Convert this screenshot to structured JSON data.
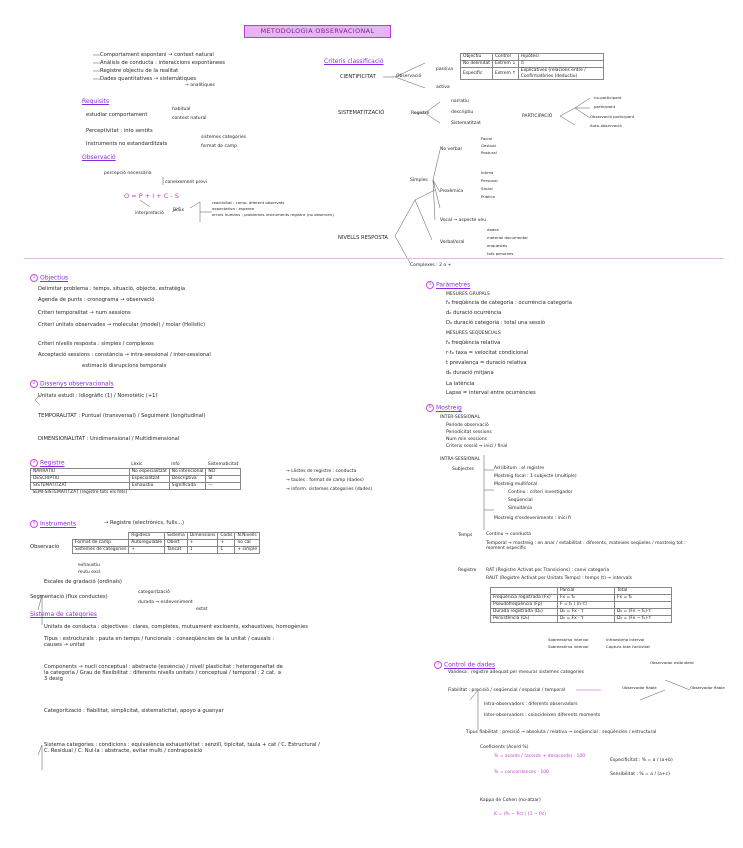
{
  "title": "METODOLOGIA OBSERVACIONAL",
  "intro": {
    "items": [
      "Comportament espontani → context natural",
      "Anàlisis de conducta : interaccions espontànees",
      "Registre objectiu de la realitat",
      "Dades quantitatives → sistemàtiques"
    ],
    "sub": "→ analítiques"
  },
  "requisits": {
    "heading": "Requisits",
    "line1": "estudiar comportament",
    "line1a": "habitual",
    "line1b": "context natural",
    "line2": "Perceptivitat : into sentits",
    "line3": "Instruments no estandarditzats",
    "line3a": "sistemes categories",
    "line3b": "format de camp"
  },
  "observacio": {
    "heading": "Observació",
    "l1": "percepció necessària",
    "l2": "coneixement previ",
    "formula": "O = P + I + C - S",
    "l3": "interpretació",
    "l4": "Biaix",
    "l5": "reactivitat : comp. diferent observats",
    "l6": "expectativa : esperen",
    "l7": "errors humans : problemes instruments registre (no observen)"
  },
  "classificacio": {
    "heading": "Criteris classificació",
    "cols": [
      "Objectiu",
      "Control",
      "Hipòtesi"
    ],
    "rows": [
      [
        "No delimitat",
        "Extrem ↓",
        "∅"
      ],
      [
        "Específic",
        "Extrem ↑",
        "Explicatives (relacions entre / Confirmatòries (deductiu)"
      ]
    ],
    "cientificitat": "CIENTIFICITAT",
    "observacio": "Observació",
    "passiva": "passiva",
    "activa": "activa"
  },
  "sistematitzacio": {
    "label": "SISTEMATITZACIÓ",
    "registre": "Registre",
    "items": [
      "narratiu",
      "descriptiu",
      "Sistematitzat"
    ],
    "participacio": "PARTICIPACIÓ",
    "p_items": [
      "no-participant",
      "participant",
      "Observació participant",
      "Auto-observació"
    ]
  },
  "nivells": {
    "label": "NIVELLS RESPOSTA",
    "simples": "Simples",
    "complexes": "Complexes : 2 o +",
    "noverbal": "No verbal",
    "noverbal_items": [
      "Facial",
      "Gestual",
      "Postural"
    ],
    "proxemica": "Proxèmica",
    "proxemica_items": [
      "Íntima",
      "Personal",
      "Social",
      "Pública"
    ],
    "vocal": "Vocal → aspecte veu",
    "verbal": "Verbal/oral",
    "verbal_items": [
      "dades",
      "material documental",
      "enquestes",
      "tots persones"
    ]
  },
  "left2": {
    "s1": {
      "heading": "Objectius",
      "num": "1",
      "items": [
        "Delimitar problema : temps, situació, objecte, estratègia",
        "Agenda de punts : cronograma → observació",
        "Criteri temporalitat → num sessions",
        "Criteri unitats observades → molecular (model) / molar (Holístic)",
        "Criteri nivells resposta : simples / complexos",
        "Acceptació sessions : constància → intra-sessional / inter-sessional",
        "estimació disrupcions temporals"
      ]
    },
    "s2": {
      "heading": "Dissenys observacionals",
      "num": "2",
      "items": [
        "Unitats estudi : Idiogràfic (1) / Nomotètic (+1)",
        "TEMPORALITAT : Puntual (transversal) / Seguiment (longitudinal)",
        "DIMENSIONALITAT : Unidimensional / Multidimensional"
      ]
    },
    "s3": {
      "heading": "Registre",
      "num": "3",
      "cols": [
        "Lèxic",
        "Info",
        "Sistematicitat"
      ],
      "rows": [
        [
          "NARRATIU",
          "No especialitzat",
          "No intencional",
          "NO"
        ],
        [
          "DESCRIPTIU",
          "Especialitzat",
          "Descriptiva",
          "SÍ"
        ],
        [
          "SISTEMATITZAT",
          "Exhaustiu",
          "Significada",
          "—"
        ],
        [
          "SEMI-SISTEMATITZAT (registre tots els fets)",
          "",
          "",
          ""
        ]
      ],
      "notes": [
        "→ Llistes de registre : conducta",
        "→ taules : format de camp (dades)",
        "→ inform. sistemes categories (dades)"
      ]
    },
    "s4": {
      "heading": "Instruments",
      "num": "4",
      "sub": "→ Registre (electrònics, fulls...)",
      "observacio": "Observació",
      "cols": [
        "Rigidesa",
        "Sistema",
        "Dimensions",
        "Codis",
        "N.Nivells"
      ],
      "rows": [
        [
          "Format de camp",
          "Autoregulable",
          "Obert",
          "+",
          "+",
          "no cal"
        ],
        [
          "Sistemes de categories",
          "+",
          "Tancat",
          "1",
          "1",
          "+ simple"
        ]
      ],
      "items": [
        "exhaustiu",
        "mutu excl.",
        "Escales de gradació (ordinals)"
      ],
      "segment": "Segmentació (flux conductes)",
      "cat_items": [
        "categorització",
        "durada → esdeveniment",
        "estat"
      ]
    },
    "s5": {
      "heading": "Sistema de categories",
      "items": [
        "Unitats de conducta : objectives : clares, completes, mutuament excloents, exhaustives, homogènies",
        "Tipus : estructurals : pauta en temps / funcionals : conseqüències de la unitat / causals : causes → unitat",
        "Components → nucli conceptual : abstracte (essència) / nivell plasticitat : heterogeneïtat de la categoria / Grau de flexibilitat : diferents nivells unitats / conceptual / temporal : 2 cat. ≥ 3 desig",
        "Categorització : fiabilitat, simplicitat, sistematicitat, apoyo a guanyar",
        "Sistema categories : condicions : equivalència exhaustivitat : senzill, tipicitat, taula + cat / C. Estructural / C. Residual / C. Nul·la : abstracte, evitar multi / contraposició"
      ]
    }
  },
  "right2": {
    "s5": {
      "heading": "Paràmetres",
      "num": "5",
      "mesures_grup": "MESURES GRUPALS",
      "grp": [
        "f₀ freqüència de categoria : ocurrència categoria",
        "d₀ duració ocurrència",
        "D₀ duració categoria : total una sessió"
      ],
      "mesures_seq": "MESURES SEQÜENCIALS",
      "seq": [
        "f₀ freqüència relativa",
        "r·t₀ taxa = velocitat condicional",
        "t prevalença = duració relativa",
        "d₀ duració mitjana"
      ],
      "extra": [
        "La latència",
        "Lapse = interval entre ocurrències"
      ]
    },
    "s6": {
      "heading": "Mostreig",
      "num": "6",
      "inter": "INTER-SESSIONAL",
      "inter_items": [
        "Període observació",
        "Periodicitat sessions",
        "Num min sessions",
        "Criteris sessió → inici / final"
      ],
      "intra": "INTRA-SESSIONAL",
      "subjectes": "Subjectes",
      "sub_items": [
        "Ad libitum : el registre",
        "Mostreig focal : 1 subjecte (multiple)",
        "Mostreig multifocal",
        "Continu : criteri investigador",
        "Seqüencial",
        "Simultània",
        "Mostreig d'esdeveniments : inici fi"
      ],
      "temps": "Temps",
      "temps_items": [
        "Continu → conducta",
        "Temporal → mostreig : en anar / estabilitat : diferents, mateixes seqüeles / mostreig tot : moment específic"
      ],
      "registre": "Registre",
      "reg_items": [
        "RAT (Registre Activat per Transicions) : canvi categoria",
        "RAUT (Registre Activat per Unitats Temps) : temps (t) → intervals"
      ],
      "table_cols": [
        "",
        "Parcial",
        "Total"
      ],
      "table_rows": [
        [
          "Freqüència registrada (Fx)",
          "Fx = f₀",
          "Fx = f₀"
        ],
        [
          "Pseudofreqüència (Fp)",
          "F = f₀ / (n·τ)",
          ""
        ],
        [
          "Durada registrada (D₀)",
          "D₀ = Fx · τ",
          "D₀ = (Fx − f₀)·τ"
        ],
        [
          "Persistència (D₀)",
          "D₀ = Fx · τ",
          "D₀ = (Fx − f₀)·τ"
        ]
      ],
      "notes": [
        "Sobreestima interval",
        "Sobreestima interval",
        "Infraestima interval",
        "Captura tota l'activitat"
      ]
    },
    "s7": {
      "heading": "Control de dades",
      "num": "7",
      "items": [
        "Validesa : registre adequat per mesurar sistemes categories",
        "Fiabilitat : precisió / seqüencial / espacial / temporal",
        "Intra-observadors : diferents observadors",
        "Inter-observadors : coincideixen diferents moments",
        "Tipus fiabilitat : precisió → absoluta / relativa → seqüencial : seqüències / estructural",
        "Coeficients (Acord %)",
        "Kappa de Cohen (no-atzar)"
      ],
      "obs": "Observador estàndard",
      "f1": "Observador fiable",
      "f2": "Observador fiable",
      "formulas": [
        "% = acords / (acords + desacords) · 100",
        "% = concordances · 100",
        "Especificitat : % = a / (a+b)",
        "Sensibilitat : % = a / (a+c)",
        "K = (P₀ − Pc) / (1 − Pc)"
      ]
    }
  }
}
